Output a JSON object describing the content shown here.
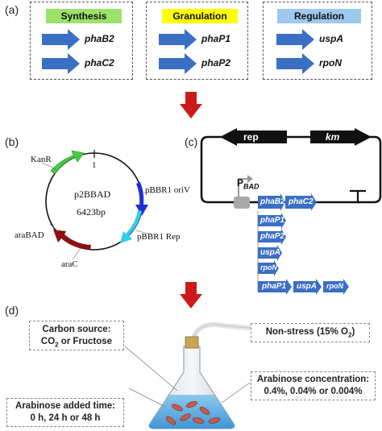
{
  "panels": {
    "a": "(a)",
    "b": "(b)",
    "c": "(c)",
    "d": "(d)"
  },
  "panel_a": {
    "groups": [
      {
        "header": "Synthesis",
        "header_color": "#9be26a",
        "genes": [
          "phaB2",
          "phaC2"
        ]
      },
      {
        "header": "Granulation",
        "header_color": "#ffff00",
        "genes": [
          "phaP1",
          "phaP2"
        ]
      },
      {
        "header": "Regulation",
        "header_color": "#9ec9ef",
        "genes": [
          "uspA",
          "rpoN"
        ]
      }
    ],
    "arrow_color": "#3a6fc4"
  },
  "panel_b": {
    "plasmid_name": "p2BBAD",
    "plasmid_size": "6423bp",
    "origin_label": "1",
    "features": {
      "kanr": "KanR",
      "oriv": "pBBR1 oriV",
      "rep": "pBBR1 Rep",
      "arabad": "araBAD",
      "arac": "araC"
    },
    "colors": {
      "kanr": "#3fcf3f",
      "oriv": "#1d2fd6",
      "rep": "#33ccee",
      "arac": "#8b1010"
    }
  },
  "panel_c": {
    "rep_label": "rep",
    "km_label": "km",
    "promoter_label": "P",
    "promoter_sub": "BAD",
    "operon_row1": [
      "phaB2",
      "phaC2"
    ],
    "stack": [
      "phaP1",
      "phaP2",
      "uspA",
      "rpoN"
    ],
    "operon_row_last": [
      "phaP1",
      "uspA",
      "rpoN"
    ]
  },
  "panel_d": {
    "carbon_line1": "Carbon source:",
    "carbon_line2": "CO",
    "carbon_sub": "2",
    "carbon_line2_rest": " or Fructose",
    "nonstress": "Non-stress (15% O",
    "nonstress_sub": "2",
    "nonstress_end": ")",
    "arabinose_conc_line1": "Arabinose concentration:",
    "arabinose_conc_line2": "0.4%, 0.04% or 0.004%",
    "arabinose_time_line1": "Arabinose added time:",
    "arabinose_time_line2": "0 h, 24 h or 48 h"
  },
  "colors": {
    "red_arrow": "#cc1a1a",
    "gene_blue": "#3a6fc4"
  }
}
